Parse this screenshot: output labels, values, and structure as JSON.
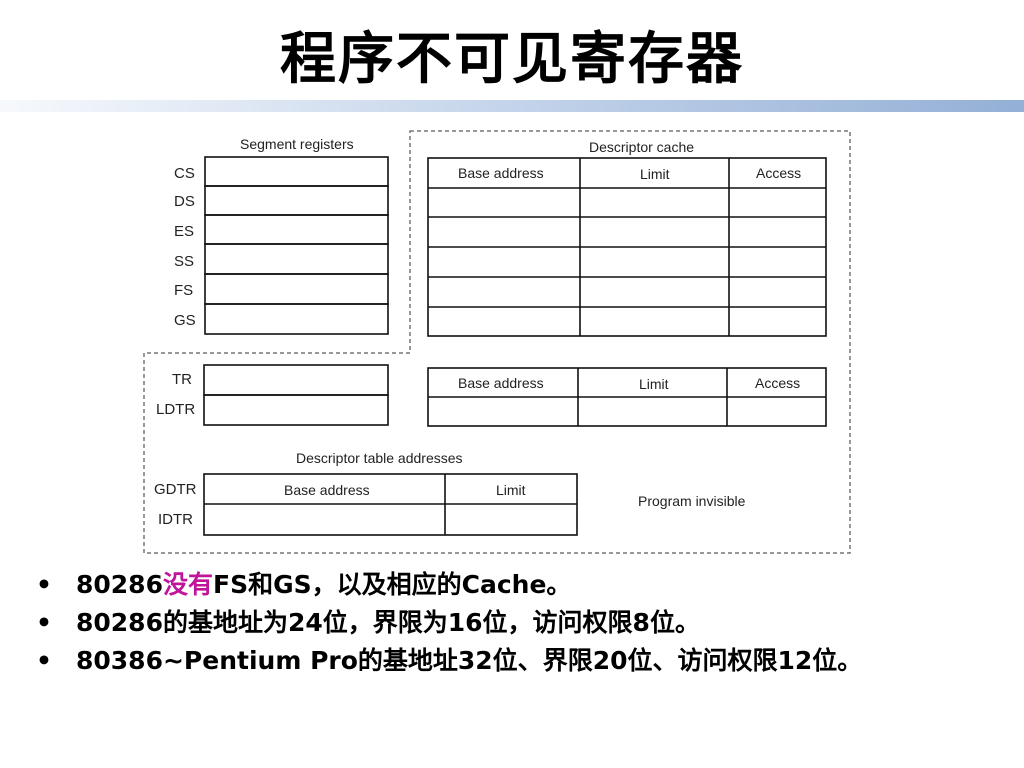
{
  "title": "程序不可见寄存器",
  "diagram": {
    "segment_registers_label": "Segment registers",
    "descriptor_cache_label": "Descriptor cache",
    "descriptor_table_addresses_label": "Descriptor table addresses",
    "program_invisible_label": "Program invisible",
    "segment_registers": [
      "CS",
      "DS",
      "ES",
      "SS",
      "FS",
      "GS"
    ],
    "task_registers": [
      "TR",
      "LDTR"
    ],
    "table_registers": [
      "GDTR",
      "IDTR"
    ],
    "cache_columns": [
      "Base address",
      "Limit",
      "Access"
    ],
    "table_columns": [
      "Base address",
      "Limit"
    ]
  },
  "bullets": [
    {
      "prefix": "80286",
      "highlight": "没有",
      "rest": "FS和GS，以及相应的Cache。"
    },
    {
      "prefix": "",
      "highlight": "",
      "rest": "80286的基地址为24位，界限为16位，访问权限8位。"
    },
    {
      "prefix": "",
      "highlight": "",
      "rest": "80386~Pentium Pro的基地址32位、界限20位、访问权限12位。"
    }
  ],
  "colors": {
    "highlight": "#c0149b",
    "title_bar": "#5a8cc8"
  }
}
